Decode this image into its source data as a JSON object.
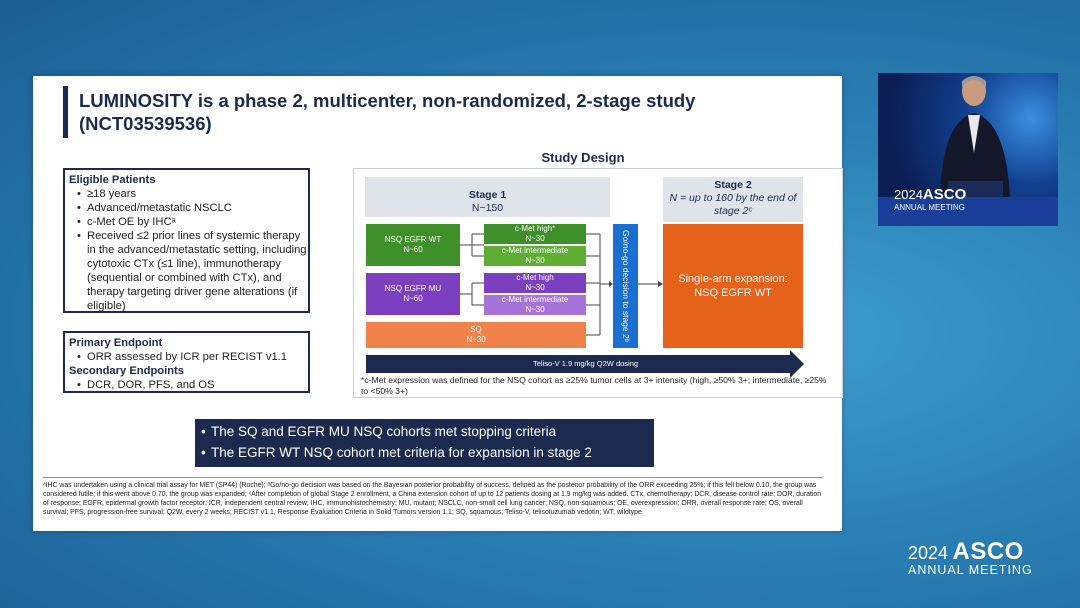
{
  "slide": {
    "title": "LUMINOSITY is a phase 2, multicenter, non-randomized, 2-stage study (NCT03539536)",
    "eligible": {
      "heading": "Eligible Patients",
      "items": [
        "≥18 years",
        "Advanced/metastatic NSCLC",
        "c-Met OE by IHCᵃ",
        "Received ≤2 prior lines of systemic therapy in the advanced/metastatic setting, including cytotoxic CTx (≤1 line), immunotherapy (sequential or combined with CTx), and therapy targeting driver gene alterations (if eligible)"
      ]
    },
    "endpoints": {
      "primary_heading": "Primary Endpoint",
      "primary_items": [
        "ORR assessed by ICR per RECIST v1.1"
      ],
      "secondary_heading": "Secondary Endpoints",
      "secondary_items": [
        "DCR, DOR, PFS, and OS"
      ]
    },
    "design": {
      "title": "Study Design",
      "stage1_label": "Stage 1",
      "stage1_n": "N~150",
      "stage2_label": "Stage 2",
      "stage2_n": "N = up to 160 by the end of stage 2ᶜ",
      "cohort_wt_name": "NSQ EGFR WT",
      "cohort_wt_n": "N~60",
      "cohort_mu_name": "NSQ EGFR MU",
      "cohort_mu_n": "N~60",
      "cohort_sq_name": "SQ",
      "cohort_sq_n": "N~30",
      "sub_wt_high": "c-Met high*",
      "sub_wt_high_n": "N~30",
      "sub_wt_int": "c-Met intermediate",
      "sub_wt_int_n": "N~30",
      "sub_mu_high": "c-Met high",
      "sub_mu_high_n": "N~30",
      "sub_mu_int": "c-Met intermediate",
      "sub_mu_int_n": "N~30",
      "go_nogo": "Go/no-go decision to stage 2ᵇ",
      "expansion": "Single-arm expansion: NSQ EGFR WT",
      "dosing": "Teliso-V 1.9 mg/kg Q2W dosing",
      "footnote": "*c-Met expression was defined for the NSQ cohort as ≥25% tumor cells at 3+ intensity (high, ≥50% 3+; intermediate, ≥25% to <50% 3+)"
    },
    "conclusions": [
      "The SQ and EGFR MU NSQ cohorts met stopping criteria",
      "The EGFR WT NSQ cohort met criteria for expansion in stage 2"
    ],
    "footer": "ᵃIHC was undertaken using a clinical trial assay for MET (SP44) (Roche); ᵇGo/no-go decision was based on the Bayesian posterior probability of success, defined as the posterior probability of the ORR exceeding 25%; if this fell below 0.10, the group was considered futile; if this went above 0.70, the group was expanded; ᶜAfter completion of global Stage 2 enrollment, a China extension cohort of up to 12 patients dosing at 1.9 mg/kg was added. CTx, chemotherapy; DCR, disease control rate; DOR, duration of response; EGFR, epidermal growth factor receptor; ICR, independent central review; IHC, immunohistochemistry; MU, mutant; NSCLC, non-small cell lung cancer; NSQ, non-squamous; OE, overexpression; ORR, overall response rate; OS, overall survival; PFS, progression-free survival; Q2W, every 2 weeks; RECIST v1.1, Response Evaluation Criteria in Solid Tumors version 1.1; SQ, squamous; Teliso-V, telisotuzumab vedotin; WT, wildtype."
  },
  "branding": {
    "year": "2024",
    "name": "ASCO",
    "meeting": "ANNUAL MEETING"
  },
  "colors": {
    "navy": "#1b2a4e",
    "green_dark": "#3f8f2a",
    "green_light": "#5fae34",
    "purple_dark": "#7b3fbf",
    "purple_light": "#a673d9",
    "orange_light": "#f0824a",
    "orange_dark": "#e4621a",
    "blue": "#1b6fd0"
  }
}
